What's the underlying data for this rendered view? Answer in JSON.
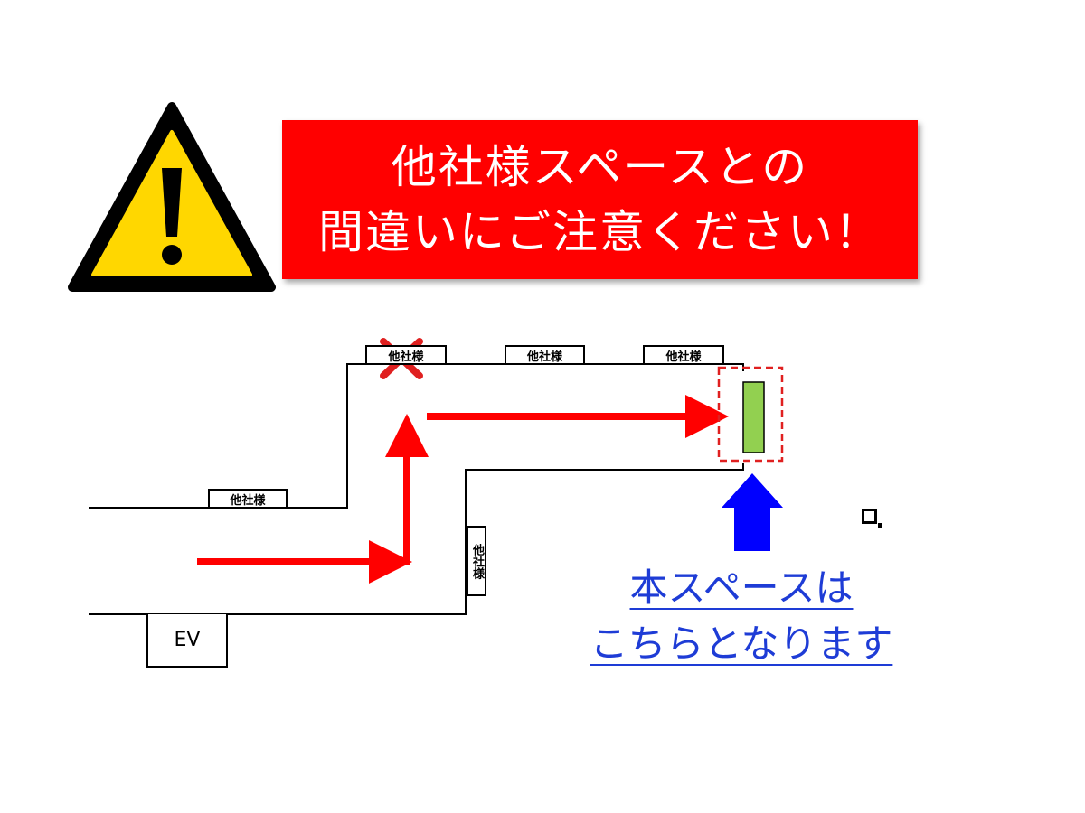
{
  "banner": {
    "line1": "他社様スペースとの",
    "line2": "間違いにご注意ください！"
  },
  "map": {
    "other_company_label": "他社様",
    "elevator_label": "EV"
  },
  "target": {
    "line1": "本スペースは",
    "line2": "こちらとなります"
  },
  "colors": {
    "banner_bg": "#ff0000",
    "arrow_red": "#ff0000",
    "arrow_blue": "#0000ff",
    "target_green": "#92d050",
    "link_blue": "#1e3cd6",
    "warning_yellow": "#ffd700"
  },
  "icons": [
    "warning-icon",
    "cross-mark-icon",
    "route-arrow-icon",
    "pointer-arrow-icon"
  ]
}
